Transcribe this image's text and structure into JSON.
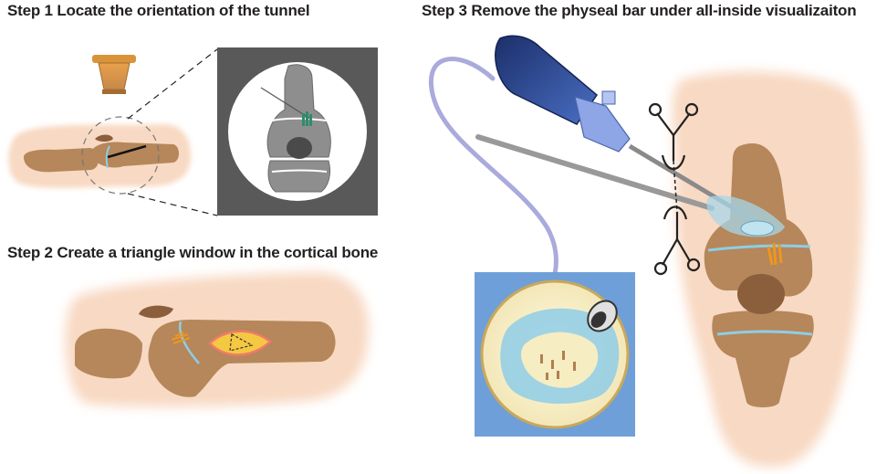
{
  "steps": [
    {
      "title": "Step 1 Locate the orientation of the tunnel"
    },
    {
      "title": "Step 2 Create a triangle window in the cortical bone"
    },
    {
      "title": "Step 3 Remove the physeal bar under all-inside visualizaiton"
    }
  ],
  "colors": {
    "skin": "#f8dcc6",
    "bone": "#b5875a",
    "bone_dark": "#8b5e3c",
    "physis": "#8fcde6",
    "xray_bg": "#555555",
    "xray_bone": "#8e8e8e",
    "scope_blue": "#2e4a8f",
    "cable": "#aaaadd",
    "arthro_bg": "#6f9fd8",
    "window_yellow": "#f5c842",
    "window_edge": "#f07a6a",
    "bar_orange": "#f0961e"
  }
}
